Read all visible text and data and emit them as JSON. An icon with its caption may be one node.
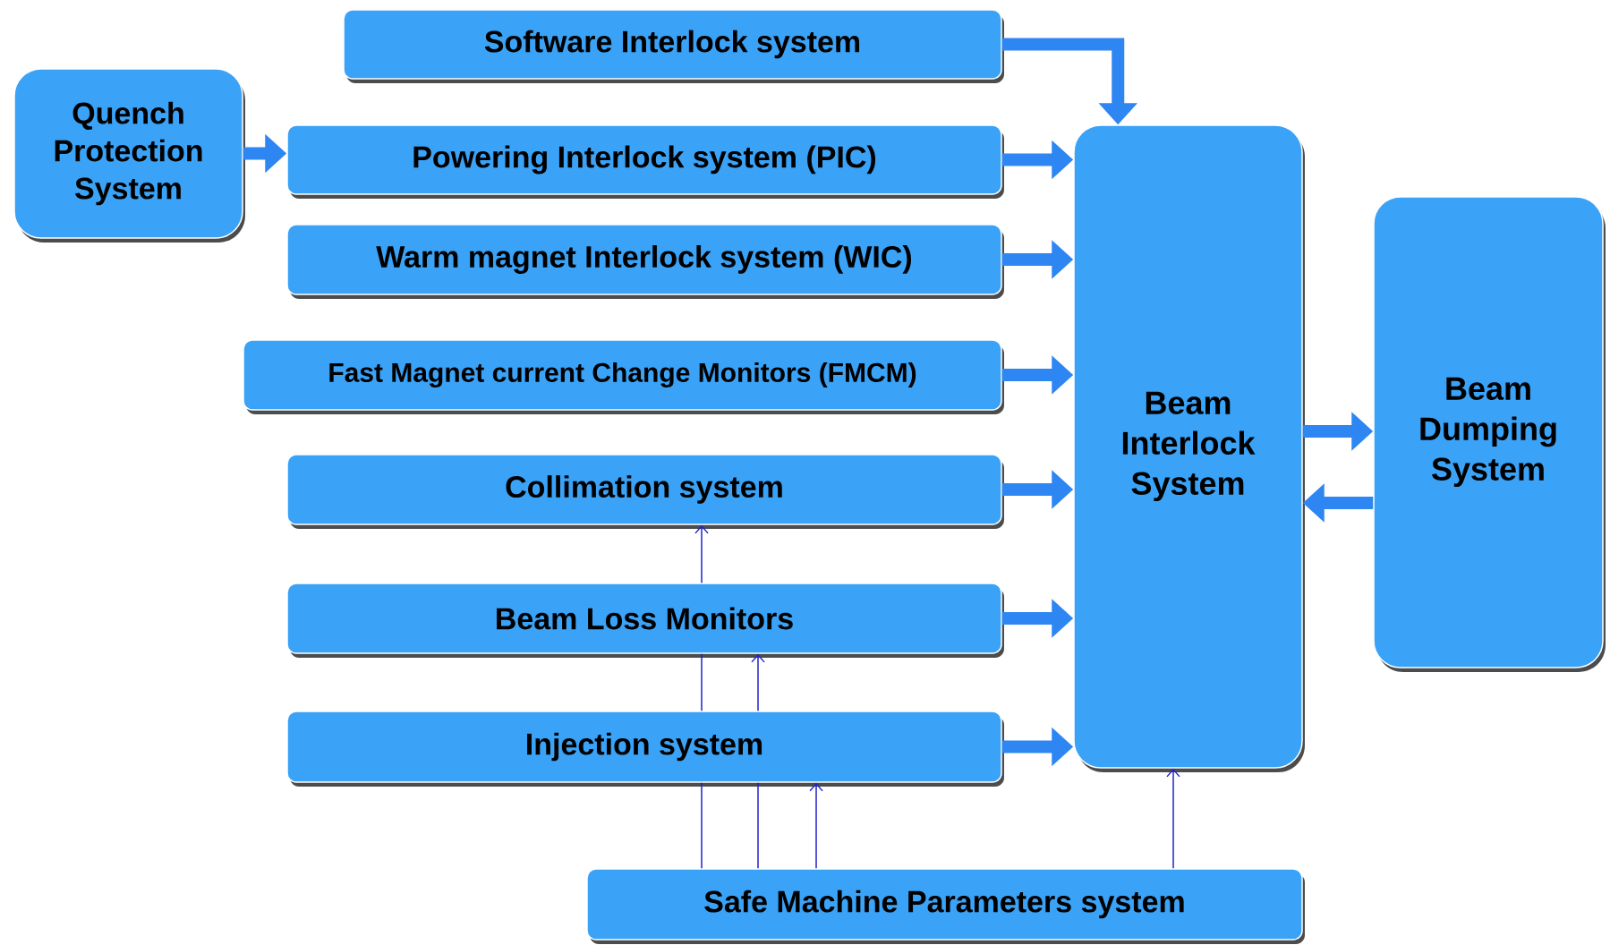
{
  "diagram": {
    "nodes": [
      {
        "text": [
          "Quench Protection System"
        ]
      },
      {
        "text": [
          "Software Interlock system"
        ]
      },
      {
        "text": [
          "Powering Interlock system (PIC)"
        ]
      },
      {
        "text": [
          "Warm magnet Interlock system (WIC)"
        ]
      },
      {
        "text": [
          "Fast Magnet current Change Monitors (FMCM)"
        ]
      },
      {
        "text": [
          "Collimation system"
        ]
      },
      {
        "text": [
          "Beam Loss Monitors"
        ]
      },
      {
        "text": [
          "Injection system"
        ]
      },
      {
        "text": [
          "Beam Interlock System"
        ]
      },
      {
        "text": [
          "Beam Dumping System"
        ]
      },
      {
        "text": [
          "Safe Machine Parameters system"
        ]
      }
    ],
    "edges": [
      {
        "from": 0,
        "to": 2,
        "arrow": "to"
      },
      {
        "from": 1,
        "to": 8,
        "arrow": "to"
      },
      {
        "from": 2,
        "to": 8,
        "arrow": "to"
      },
      {
        "from": 3,
        "to": 8,
        "arrow": "to"
      },
      {
        "from": 4,
        "to": 8,
        "arrow": "to"
      },
      {
        "from": 5,
        "to": 8,
        "arrow": "to"
      },
      {
        "from": 6,
        "to": 8,
        "arrow": "to"
      },
      {
        "from": 7,
        "to": 8,
        "arrow": "to"
      },
      {
        "from": 8,
        "to": 9,
        "arrow": "to"
      },
      {
        "from": 9,
        "to": 8,
        "arrow": "to"
      },
      {
        "from": 6,
        "to": 5,
        "arrow": "to",
        "color": "#2222cc"
      },
      {
        "from": 7,
        "to": 6,
        "arrow": "none",
        "color": "#2222cc"
      },
      {
        "from": 10,
        "to": 7,
        "arrow": "none",
        "color": "#2222cc"
      },
      {
        "from": 7,
        "to": 6,
        "arrow": "to",
        "color": "#2222cc"
      },
      {
        "from": 10,
        "to": 7,
        "arrow": "none",
        "color": "#2222cc"
      },
      {
        "from": 10,
        "to": 7,
        "arrow": "to",
        "color": "#2222cc"
      },
      {
        "from": 10,
        "to": 8,
        "arrow": "to",
        "color": "#2222cc"
      }
    ]
  }
}
